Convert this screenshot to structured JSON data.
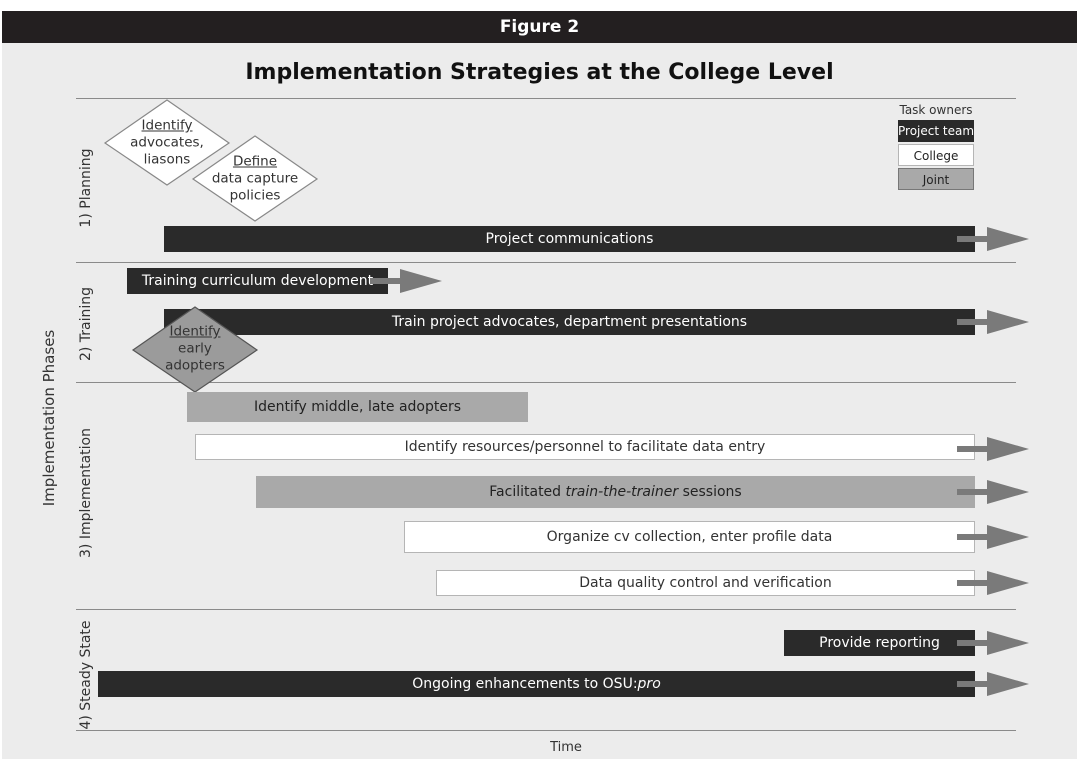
{
  "figure_label": "Figure 2",
  "title": "Implementation Strategies at the College Level",
  "y_axis_label": "Implementation Phases",
  "x_axis_label": "Time",
  "phases": [
    "1) Planning",
    "2) Training",
    "3) Implementation",
    "4) Steady State"
  ],
  "legend": {
    "title": "Task owners",
    "items": [
      "Project team",
      "College",
      "Joint"
    ]
  },
  "diamonds": [
    {
      "lines": [
        "Identify",
        "advocates,",
        "liasons"
      ],
      "owner": "College"
    },
    {
      "lines": [
        "Define",
        "data capture",
        "policies"
      ],
      "owner": "College"
    },
    {
      "lines": [
        "Identify",
        "early",
        "adopters"
      ],
      "owner": "Joint"
    }
  ],
  "tasks": [
    {
      "label": "Project communications",
      "owner": "Project team",
      "phase": "1) Planning",
      "ongoing": true
    },
    {
      "label": "Training curriculum development",
      "owner": "Project team",
      "phase": "2) Training",
      "ongoing": false
    },
    {
      "label": "Train project advocates, department presentations",
      "owner": "Project team",
      "phase": "2) Training",
      "ongoing": true
    },
    {
      "label": "Identify middle, late adopters",
      "owner": "Joint",
      "phase": "3) Implementation",
      "ongoing": false
    },
    {
      "label": "Identify resources/personnel to facilitate data entry",
      "owner": "College",
      "phase": "3) Implementation",
      "ongoing": true
    },
    {
      "label_prefix": "Facilitated ",
      "label_italic": "train-the-trainer",
      "label_suffix": " sessions",
      "owner": "Joint",
      "phase": "3) Implementation",
      "ongoing": true
    },
    {
      "label": "Organize cv collection, enter profile data",
      "owner": "College",
      "phase": "3) Implementation",
      "ongoing": true
    },
    {
      "label": "Data quality control and verification",
      "owner": "College",
      "phase": "3) Implementation",
      "ongoing": true
    },
    {
      "label": "Provide reporting",
      "owner": "Project team",
      "phase": "4) Steady State",
      "ongoing": true
    },
    {
      "label_prefix": "Ongoing enhancements to OSU:",
      "label_italic": "pro",
      "label_suffix": "",
      "owner": "Project team",
      "phase": "4) Steady State",
      "ongoing": true
    }
  ]
}
